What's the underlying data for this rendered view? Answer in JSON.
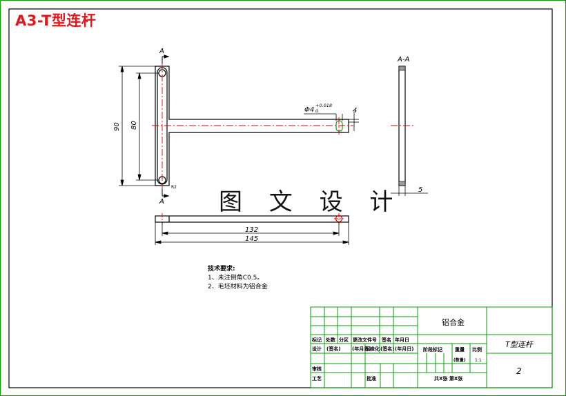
{
  "title": "A3-T型连杆",
  "watermark": "图 文 设 计",
  "colors": {
    "green_line": "#00a000",
    "red_center": "#e00000",
    "ink": "#000000",
    "title_red": "#e8141b"
  },
  "drawing": {
    "section_mark_top": "A",
    "section_mark_bottom": "A",
    "section_view_label": "A-A",
    "dim_90": "90",
    "dim_80": "80",
    "dim_hole": "Φ4",
    "dim_hole_tol_upper": "+0.018",
    "dim_hole_tol_lower": "0",
    "dim_4": "4",
    "dim_5": "5",
    "dim_132": "132",
    "dim_145": "145",
    "dim_r2": "R2"
  },
  "tech_requirements": {
    "heading": "技术要求:",
    "items": [
      "1、未注倒角C0.5。",
      "2、毛坯材料为铝合金"
    ]
  },
  "title_block": {
    "material": "铝合金",
    "part_name": "T型连杆",
    "drawing_no": "2",
    "rev_headers": [
      "标记",
      "处数",
      "分区",
      "更改文件号",
      "签名",
      "年月日"
    ],
    "design_row": [
      "设计",
      "(签名)",
      "(年月日)",
      "标准化",
      "(签名)",
      "(年月日)"
    ],
    "stage_mark": "阶段标记",
    "weight": "重量",
    "scale_label": "比例",
    "scale_sub": "(数量)",
    "scale_value": "1:1",
    "review": "审核",
    "process": "工艺",
    "approve": "批准",
    "sheets": "共X张 第X张"
  }
}
